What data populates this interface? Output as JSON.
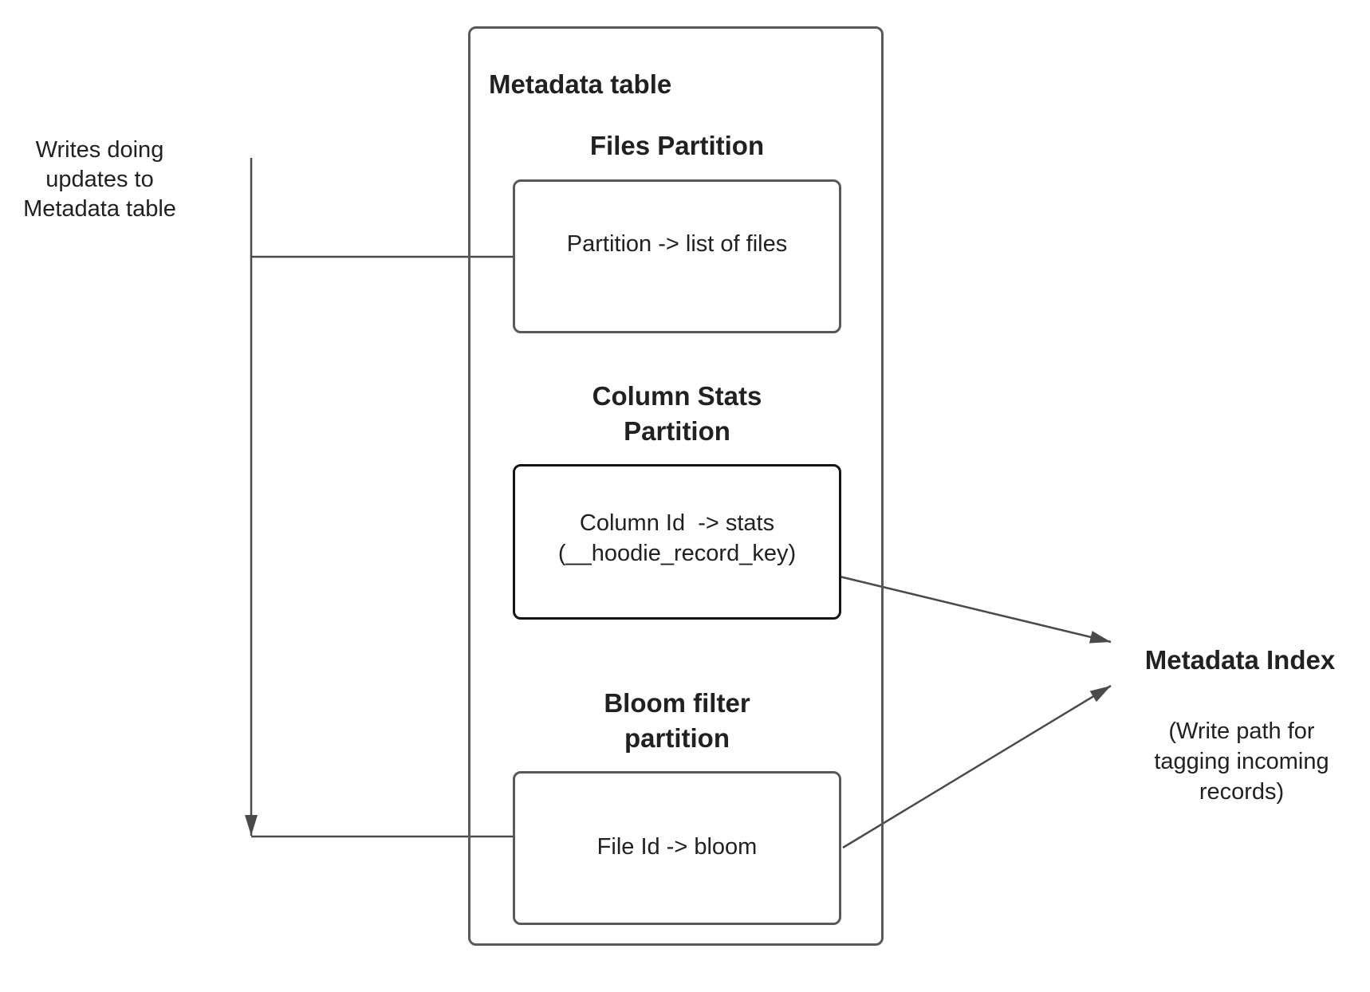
{
  "colors": {
    "background": "#ffffff",
    "line": "#4a4a4a",
    "box_border": "#595959",
    "emphasis_border": "#141414",
    "text_primary": "#212121"
  },
  "left_note": {
    "text": "Writes doing\nupdates to\nMetadata table"
  },
  "metadata_table": {
    "title": "Metadata table",
    "sections": [
      {
        "heading": "Files Partition",
        "box_label": "Partition -> list of files"
      },
      {
        "heading": "Column Stats\nPartition",
        "box_label": "Column Id  -> stats\n(__hoodie_record_key)"
      },
      {
        "heading": "Bloom filter\npartition",
        "box_label": "File Id -> bloom"
      }
    ]
  },
  "metadata_index": {
    "title": "Metadata Index",
    "subtitle": "(Write path for\ntagging incoming\nrecords)"
  }
}
